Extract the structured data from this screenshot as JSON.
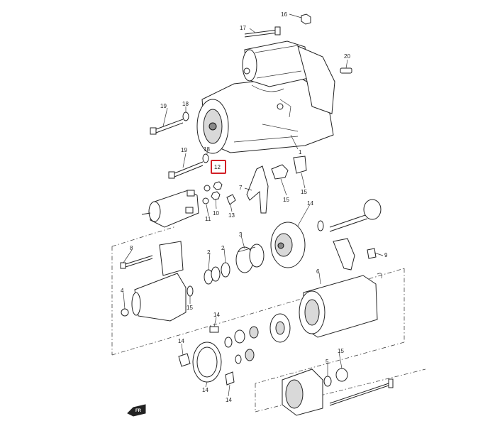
{
  "callouts": [
    {
      "id": "c16",
      "text": "16"
    },
    {
      "id": "c17",
      "text": "17"
    },
    {
      "id": "c20",
      "text": "20"
    },
    {
      "id": "c19a",
      "text": "19"
    },
    {
      "id": "c18a",
      "text": "18"
    },
    {
      "id": "c19b",
      "text": "19"
    },
    {
      "id": "c18b",
      "text": "18"
    },
    {
      "id": "c12",
      "text": "12"
    },
    {
      "id": "c1",
      "text": "1"
    },
    {
      "id": "c7",
      "text": "7"
    },
    {
      "id": "c15a",
      "text": "15"
    },
    {
      "id": "c15b",
      "text": "15"
    },
    {
      "id": "c10",
      "text": "10"
    },
    {
      "id": "c11",
      "text": "11"
    },
    {
      "id": "c13",
      "text": "13"
    },
    {
      "id": "c14a",
      "text": "14"
    },
    {
      "id": "c3",
      "text": "3"
    },
    {
      "id": "c8",
      "text": "8"
    },
    {
      "id": "c2a",
      "text": "2"
    },
    {
      "id": "c2b",
      "text": "2"
    },
    {
      "id": "c9",
      "text": "9"
    },
    {
      "id": "c6",
      "text": "6"
    },
    {
      "id": "c4",
      "text": "4"
    },
    {
      "id": "c15c",
      "text": "15"
    },
    {
      "id": "c14b",
      "text": "14"
    },
    {
      "id": "c14c",
      "text": "14"
    },
    {
      "id": "c14d",
      "text": "14"
    },
    {
      "id": "c14e",
      "text": "14"
    },
    {
      "id": "c15d",
      "text": "15"
    },
    {
      "id": "c5",
      "text": "5"
    }
  ],
  "front_marker": {
    "text": "FR"
  },
  "colors": {
    "highlight": "#d21f26",
    "line": "#222222"
  }
}
